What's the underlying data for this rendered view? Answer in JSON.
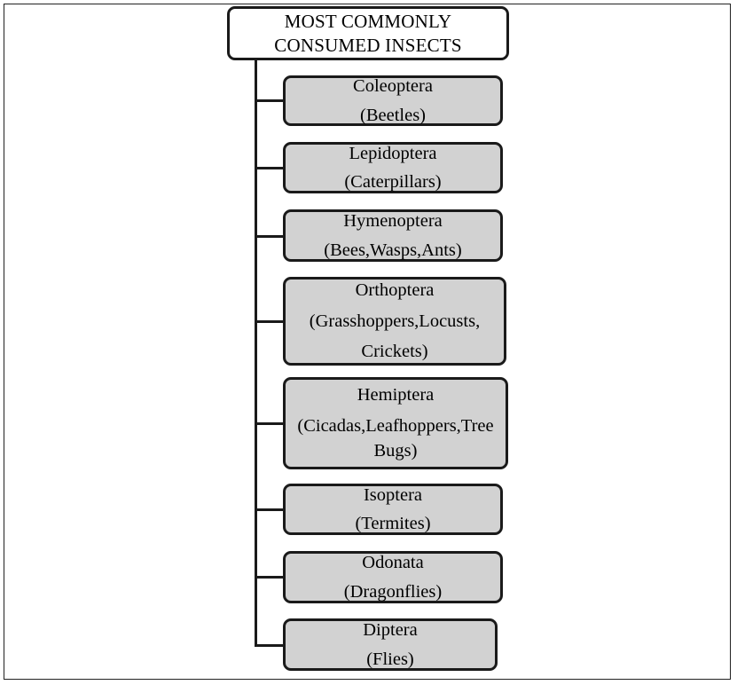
{
  "diagram": {
    "type": "tree",
    "title": "Most Commonly Consumed Insects",
    "orientation": "vertical-trunk-left",
    "colors": {
      "root_fill": "#ffffff",
      "child_fill": "#d2d2d2",
      "border": "#1a1a1a",
      "frame": "#222222",
      "text": "#000000"
    },
    "root": {
      "line1": "MOST COMMONLY",
      "line2": "CONSUMED INSECTS"
    },
    "children": [
      {
        "order": "Coleoptera",
        "common": "(Beetles)",
        "extra": ""
      },
      {
        "order": "Lepidoptera",
        "common": "(Caterpillars)",
        "extra": ""
      },
      {
        "order": "Hymenoptera",
        "common": "(Bees,Wasps,Ants)",
        "extra": ""
      },
      {
        "order": "Orthoptera",
        "common": "(Grasshoppers,Locusts,",
        "extra": "Crickets)"
      },
      {
        "order": "Hemiptera",
        "common": "(Cicadas,Leafhoppers,Tree",
        "extra": "Bugs)"
      },
      {
        "order": "Isoptera",
        "common": "(Termites)",
        "extra": ""
      },
      {
        "order": "Odonata",
        "common": "(Dragonflies)",
        "extra": ""
      },
      {
        "order": "Diptera",
        "common": "(Flies)",
        "extra": ""
      }
    ]
  }
}
